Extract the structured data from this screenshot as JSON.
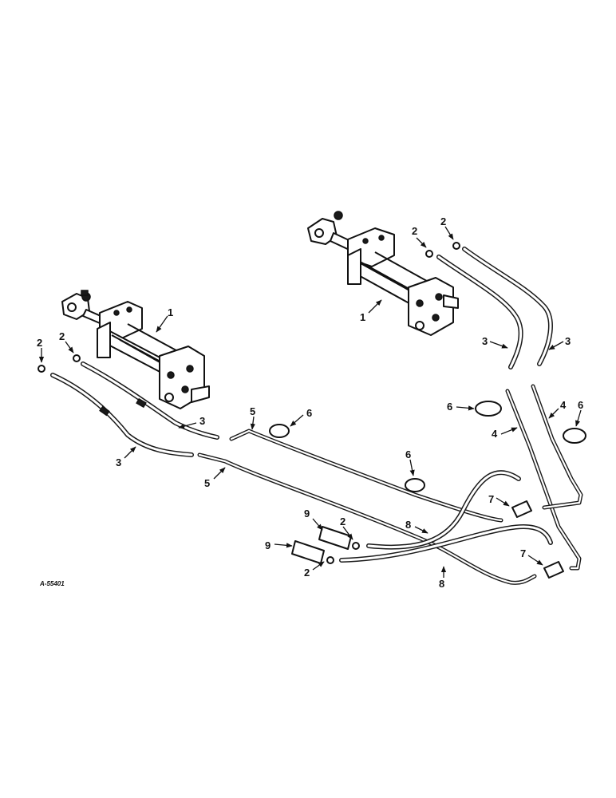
{
  "drawing_code": "A-55401",
  "callouts": {
    "left_cylinder": "1",
    "right_cylinder": "1",
    "oring_a": "2",
    "oring_b": "2",
    "oring_c": "2",
    "oring_d": "2",
    "oring_e": "2",
    "oring_f": "2",
    "hose3_a": "3",
    "hose3_b": "3",
    "hose3_c": "3",
    "hose3_d": "3",
    "tube4_a": "4",
    "tube4_b": "4",
    "tube5_a": "5",
    "tube5_b": "5",
    "clamp6_a": "6",
    "clamp6_b": "6",
    "clamp6_c": "6",
    "clamp6_d": "6",
    "tee7_a": "7",
    "tee7_b": "7",
    "hose8_a": "8",
    "hose8_b": "8",
    "coupler9_a": "9",
    "coupler9_b": "9"
  }
}
